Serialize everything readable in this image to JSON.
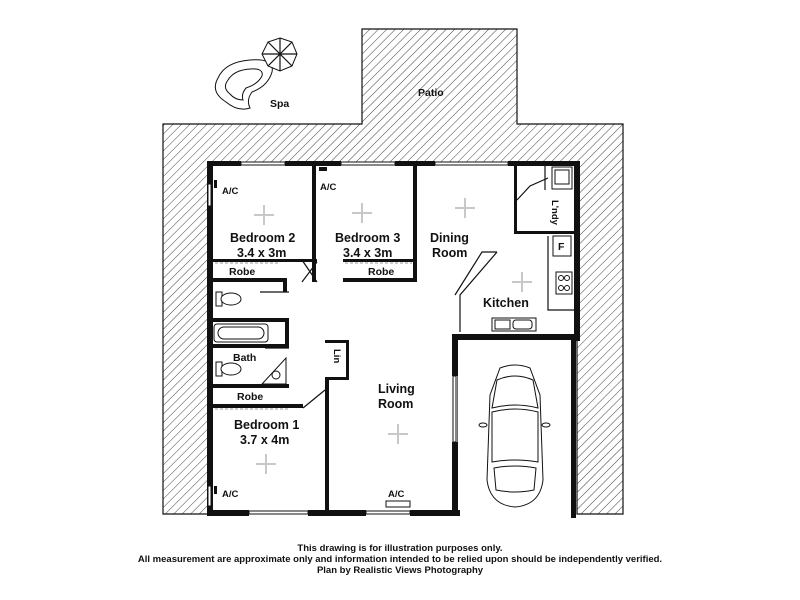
{
  "rooms": {
    "patio": "Patio",
    "spa": "Spa",
    "bedroom2": {
      "name": "Bedroom 2",
      "size": "3.4 x 3m"
    },
    "bedroom3": {
      "name": "Bedroom 3",
      "size": "3.4 x 3m"
    },
    "bedroom1": {
      "name": "Bedroom 1",
      "size": "3.7 x 4m"
    },
    "dining": {
      "line1": "Dining",
      "line2": "Room"
    },
    "living": {
      "line1": "Living",
      "line2": "Room"
    },
    "kitchen": "Kitchen",
    "laundry": "L'ndy",
    "bath": "Bath",
    "linen": "Lin",
    "fridge": "F"
  },
  "labels": {
    "robe": "Robe",
    "ac": "A/C"
  },
  "disclaimer": {
    "line1": "This drawing is for illustration purposes only.",
    "line2": "All measurement are approximate only and information intended to be relied upon should be independently verified.",
    "line3": "Plan by Realistic Views Photography"
  },
  "colors": {
    "wall": "#111111",
    "ceiling_light": "#c8c8c8"
  }
}
